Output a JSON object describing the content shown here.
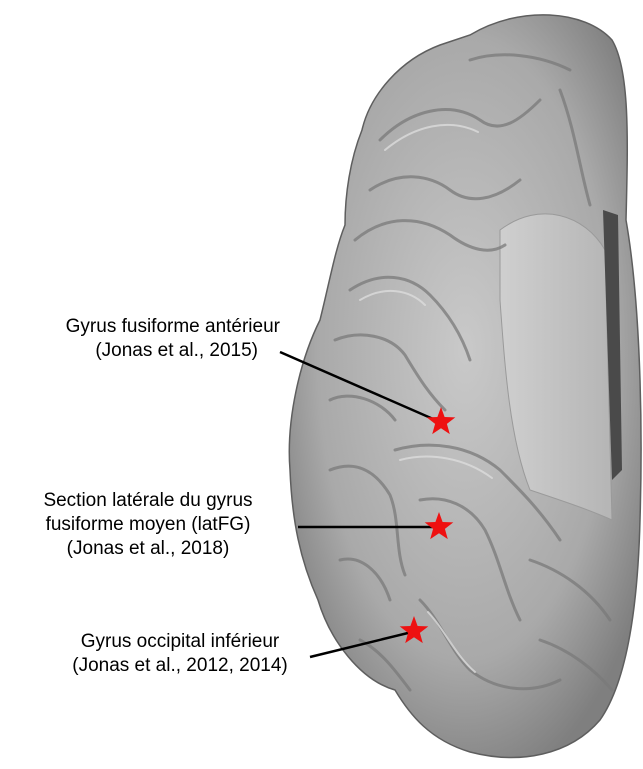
{
  "annotations": [
    {
      "lines": [
        "Gyrus fusiforme antérieur",
        "(Jonas et al., 2015)"
      ],
      "marker_color": "#ee1111"
    },
    {
      "lines": [
        "Section latérale du gyrus",
        "fusiforme moyen (latFG)",
        "(Jonas et al., 2018)"
      ],
      "marker_color": "#ee1111"
    },
    {
      "lines": [
        "Gyrus occipital inférieur",
        "(Jonas et al., 2012, 2014)"
      ],
      "marker_color": "#ee1111"
    }
  ]
}
